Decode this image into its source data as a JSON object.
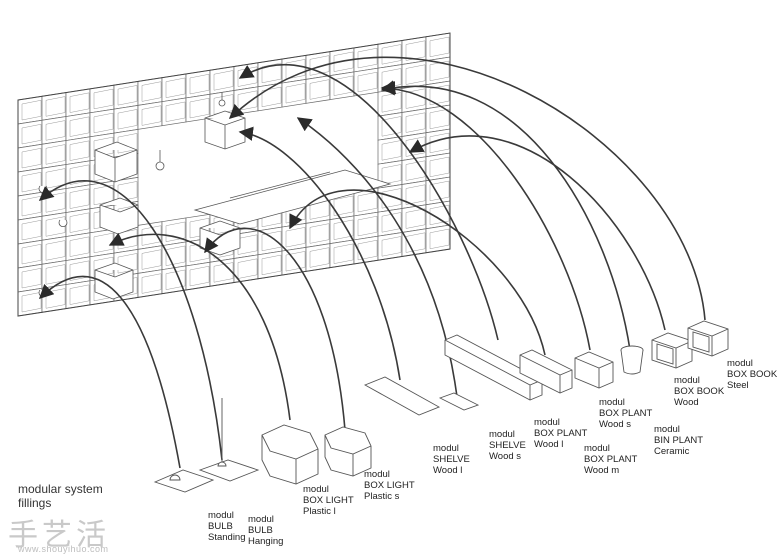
{
  "title": {
    "line1": "modular system",
    "line2": "fillings"
  },
  "modules": [
    {
      "lines": [
        "modul",
        "BULB",
        "Standing"
      ]
    },
    {
      "lines": [
        "modul",
        "BULB",
        "Hanging"
      ]
    },
    {
      "lines": [
        "modul",
        "BOX LIGHT",
        "Plastic l"
      ]
    },
    {
      "lines": [
        "modul",
        "BOX LIGHT",
        "Plastic s"
      ]
    },
    {
      "lines": [
        "modul",
        "SHELVE",
        "Wood l"
      ]
    },
    {
      "lines": [
        "modul",
        "SHELVE",
        "Wood s"
      ]
    },
    {
      "lines": [
        "modul",
        "BOX PLANT",
        "Wood l"
      ]
    },
    {
      "lines": [
        "modul",
        "BOX PLANT",
        "Wood m"
      ]
    },
    {
      "lines": [
        "modul",
        "BOX PLANT",
        "Wood s"
      ]
    },
    {
      "lines": [
        "modul",
        "BIN PLANT",
        "Ceramic"
      ]
    },
    {
      "lines": [
        "modul",
        "BOX BOOK",
        "Wood"
      ]
    },
    {
      "lines": [
        "modul",
        "BOX BOOK",
        "Steel"
      ]
    }
  ],
  "watermark": {
    "chinese": "手艺活",
    "url": "www.shouyihuo.com"
  },
  "colors": {
    "line": "#555555",
    "arc": "#3a3a3a",
    "grid": "#6a6a6a"
  }
}
